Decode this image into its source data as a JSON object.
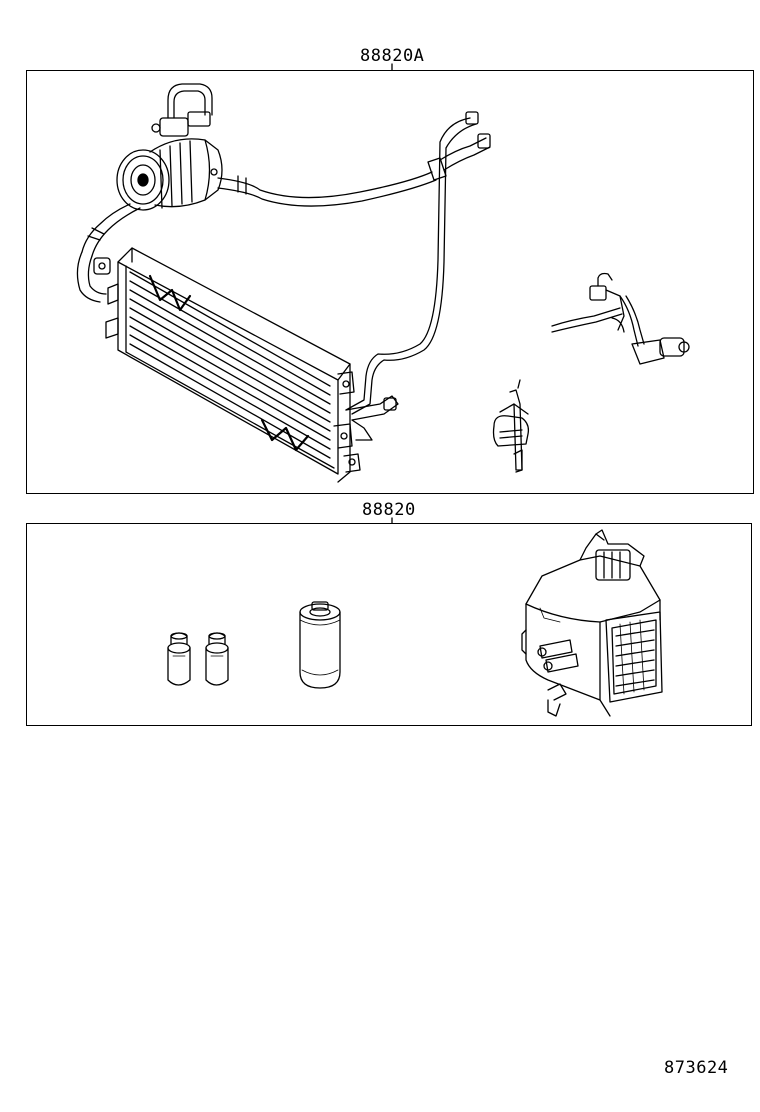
{
  "kit_a": {
    "part_number": "88820A"
  },
  "kit_b": {
    "part_number": "88820"
  },
  "diagram_id": "873624"
}
